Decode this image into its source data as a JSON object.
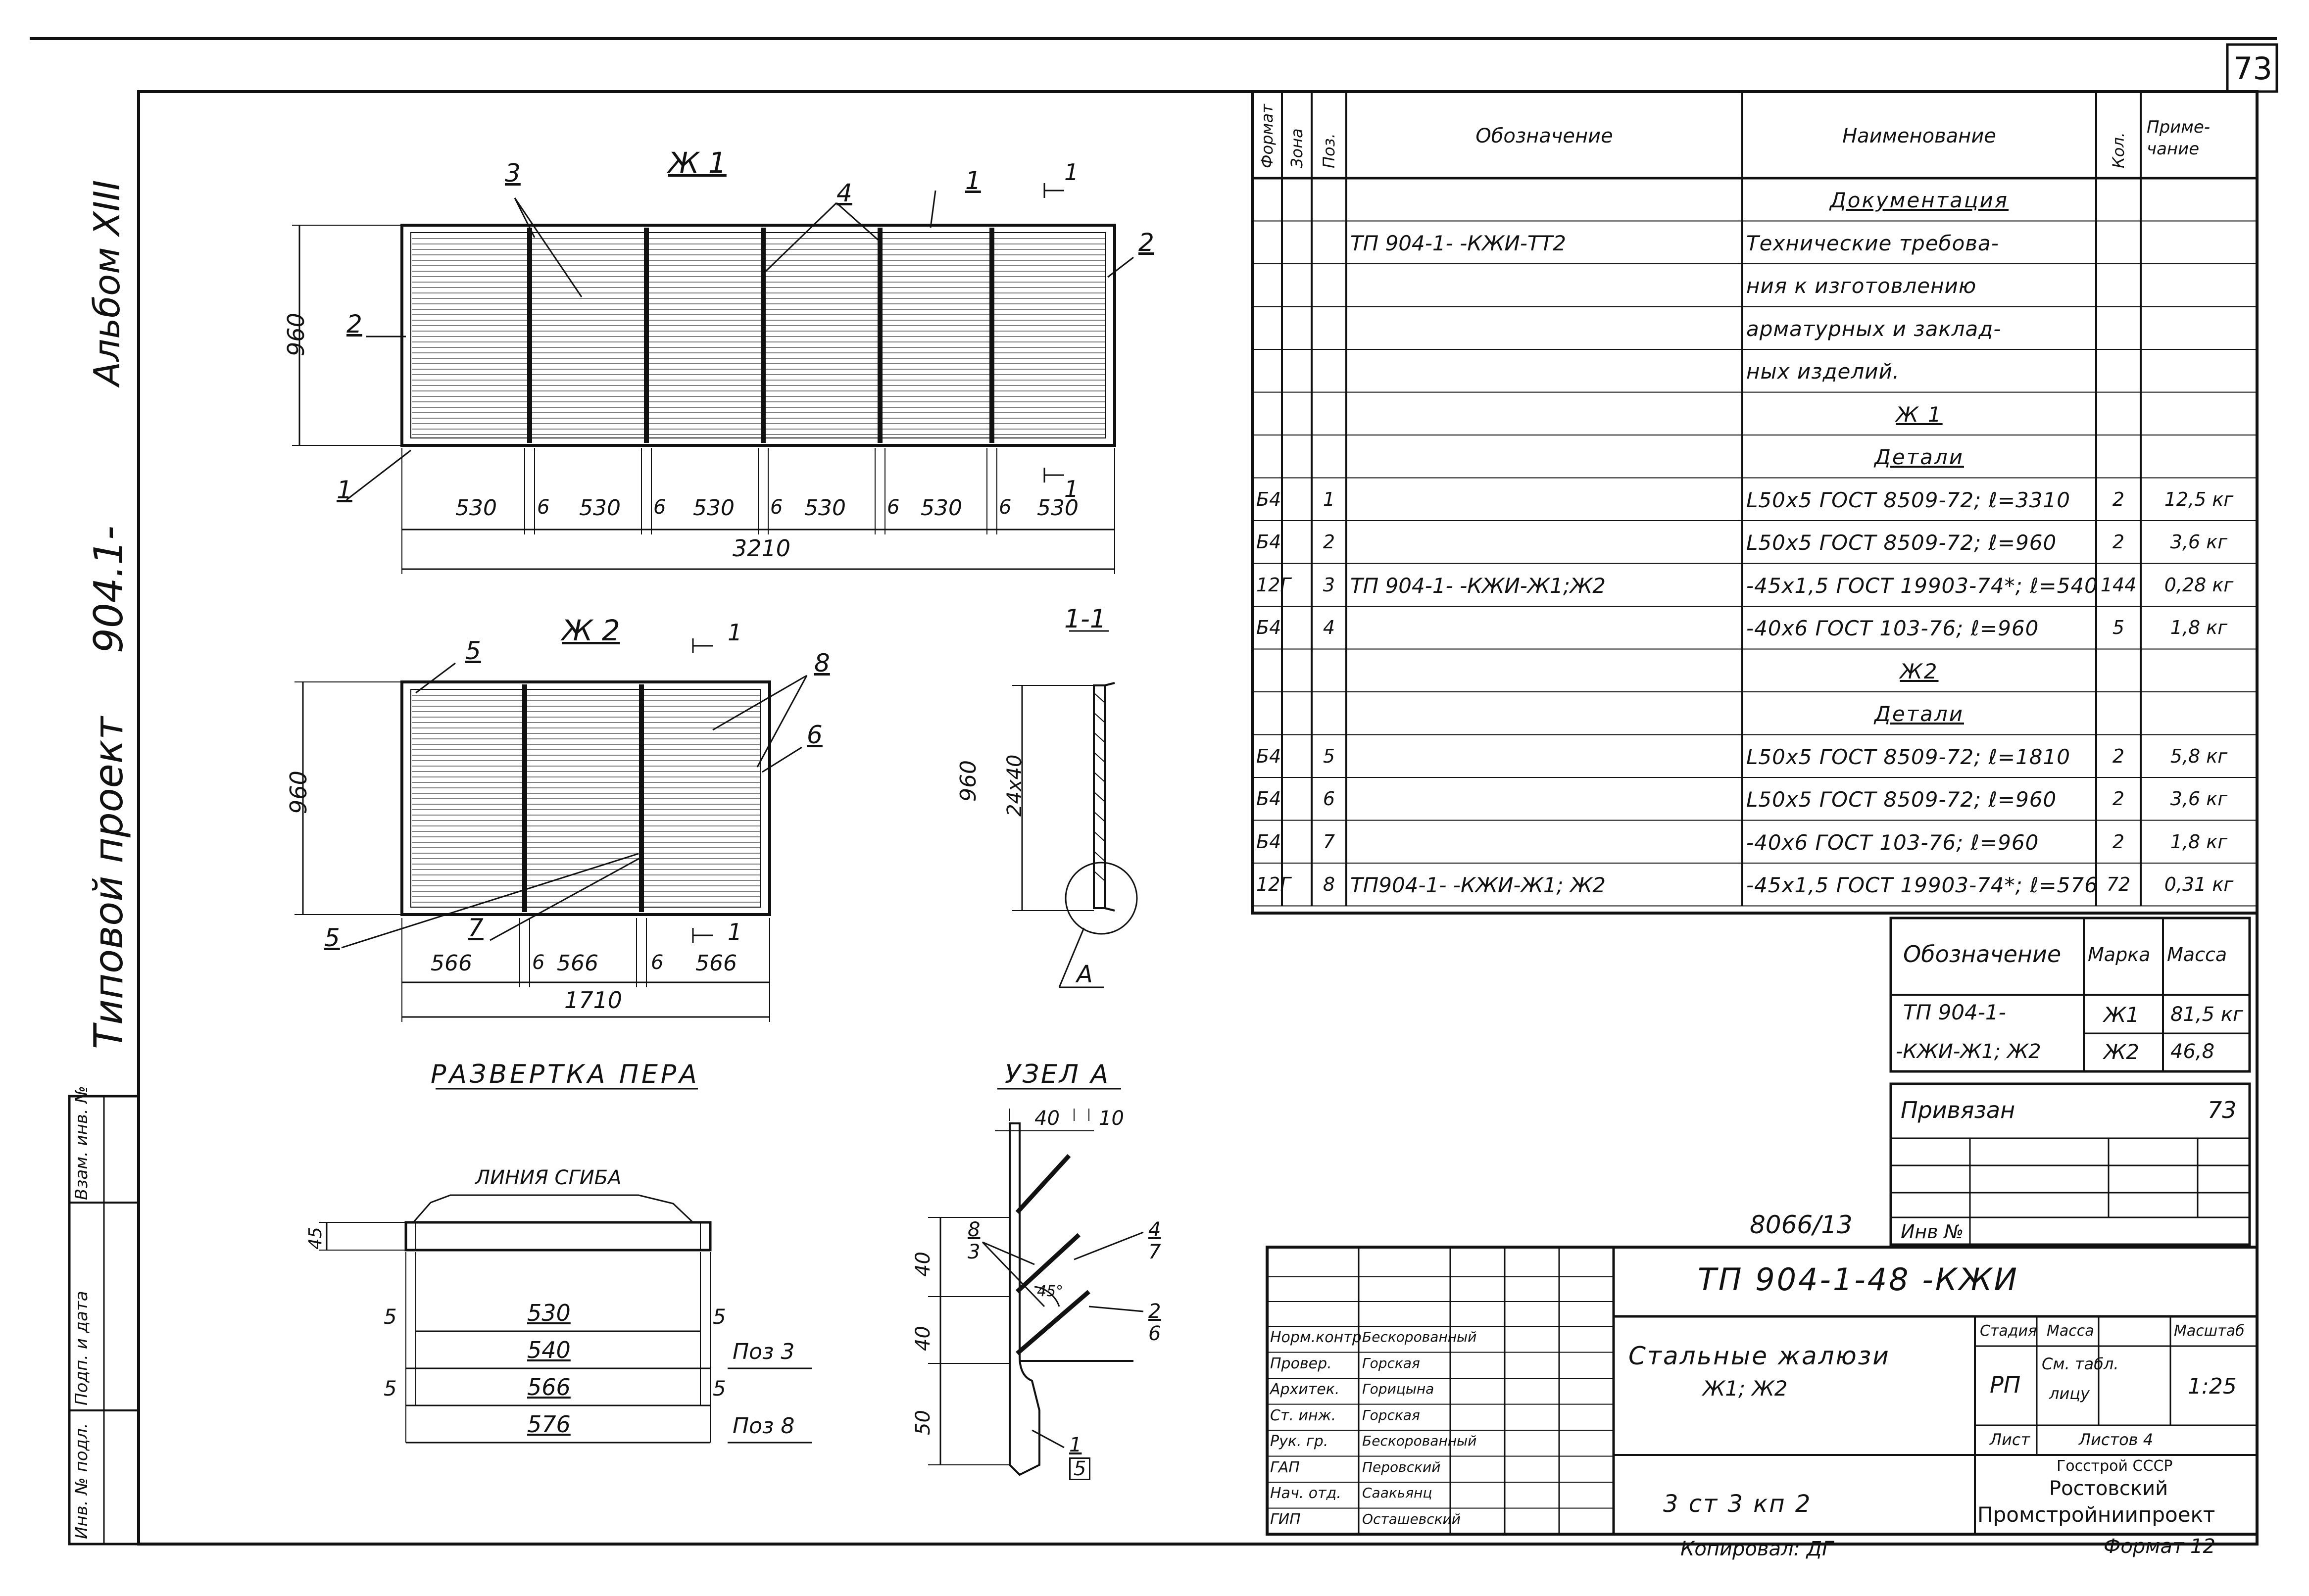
{
  "sheet": {
    "page_number": "73",
    "album": "Альбом XIII",
    "project_label": "Типовой проект",
    "project_number": "904.1-",
    "side_stamp": [
      "Инв. № подл.",
      "Подп. и дата",
      "Взам. инв. №"
    ],
    "format": "Формат 12",
    "copied": "Копировал: ДГ"
  },
  "views": {
    "zh1_title": "Ж 1",
    "zh2_title": "Ж 2",
    "section_title": "1-1",
    "razvertka_title": "РАЗВЕРТКА ПЕРА",
    "uzel_title": "УЗЕЛ А",
    "fold_line": "ЛИНИЯ СГИБА",
    "section_mark": "1",
    "node_mark": "А",
    "zh1": {
      "height": "960",
      "spans": [
        "530",
        "6",
        "530",
        "6",
        "530",
        "6",
        "530",
        "6",
        "530",
        "6",
        "530"
      ],
      "total": "3210",
      "callouts": [
        "1",
        "2",
        "3",
        "4",
        "1",
        "2"
      ]
    },
    "zh2": {
      "height": "960",
      "spans": [
        "566",
        "6",
        "566",
        "6",
        "566"
      ],
      "total": "1710",
      "callouts": [
        "5",
        "8",
        "6",
        "5",
        "7"
      ]
    },
    "section": {
      "height": "960",
      "pitch": "24х40"
    },
    "razvertka": {
      "bend": "45",
      "rows": [
        {
          "side": "5",
          "length": "530",
          "pos": ""
        },
        {
          "side": "",
          "length": "540",
          "pos": "Поз 3"
        },
        {
          "side": "5",
          "length": "566",
          "pos": ""
        },
        {
          "side": "",
          "length": "576",
          "pos": "Поз 8"
        }
      ]
    },
    "uzel": {
      "top_dims": [
        "40",
        "10"
      ],
      "left_dims": [
        "40",
        "40",
        "50"
      ],
      "angle": "45°",
      "callouts": [
        {
          "top": "8",
          "bottom": "3"
        },
        {
          "top": "4",
          "bottom": "7"
        },
        {
          "top": "2",
          "bottom": "6"
        },
        {
          "top": "1",
          "bottom": "5"
        }
      ]
    }
  },
  "spec": {
    "headers": [
      "Формат",
      "Зона",
      "Поз.",
      "Обозначение",
      "Наименование",
      "Кол.",
      "Приме- чание"
    ],
    "rows": [
      {
        "fmt": "",
        "zone": "",
        "pos": "",
        "oboz": "",
        "name": "Документация",
        "kol": "",
        "prim": "",
        "section": true
      },
      {
        "fmt": "",
        "zone": "",
        "pos": "",
        "oboz": "ТП 904-1-    -КЖИ-ТТ2",
        "name": "Технические требова-",
        "kol": "",
        "prim": ""
      },
      {
        "fmt": "",
        "zone": "",
        "pos": "",
        "oboz": "",
        "name": "ния к изготовлению",
        "kol": "",
        "prim": ""
      },
      {
        "fmt": "",
        "zone": "",
        "pos": "",
        "oboz": "",
        "name": "арматурных и заклад-",
        "kol": "",
        "prim": ""
      },
      {
        "fmt": "",
        "zone": "",
        "pos": "",
        "oboz": "",
        "name": "ных изделий.",
        "kol": "",
        "prim": ""
      },
      {
        "fmt": "",
        "zone": "",
        "pos": "",
        "oboz": "",
        "name": "Ж 1",
        "kol": "",
        "prim": "",
        "section": true
      },
      {
        "fmt": "",
        "zone": "",
        "pos": "",
        "oboz": "",
        "name": "Детали",
        "kol": "",
        "prim": "",
        "section": true
      },
      {
        "fmt": "Б4",
        "zone": "",
        "pos": "1",
        "oboz": "",
        "name": "L50x5 ГОСТ 8509-72; ℓ=3310",
        "kol": "2",
        "prim": "12,5 кг"
      },
      {
        "fmt": "Б4",
        "zone": "",
        "pos": "2",
        "oboz": "",
        "name": "L50x5 ГОСТ 8509-72; ℓ=960",
        "kol": "2",
        "prim": "3,6 кг"
      },
      {
        "fmt": "12Г",
        "zone": "",
        "pos": "3",
        "oboz": "ТП 904-1-    -КЖИ-Ж1;Ж2",
        "name": "-45x1,5 ГОСТ 19903-74*; ℓ=540",
        "kol": "144",
        "prim": "0,28 кг"
      },
      {
        "fmt": "Б4",
        "zone": "",
        "pos": "4",
        "oboz": "",
        "name": "-40x6 ГОСТ 103-76; ℓ=960",
        "kol": "5",
        "prim": "1,8 кг"
      },
      {
        "fmt": "",
        "zone": "",
        "pos": "",
        "oboz": "",
        "name": "Ж2",
        "kol": "",
        "prim": "",
        "section": true
      },
      {
        "fmt": "",
        "zone": "",
        "pos": "",
        "oboz": "",
        "name": "Детали",
        "kol": "",
        "prim": "",
        "section": true
      },
      {
        "fmt": "Б4",
        "zone": "",
        "pos": "5",
        "oboz": "",
        "name": "L50x5 ГОСТ 8509-72; ℓ=1810",
        "kol": "2",
        "prim": "5,8 кг"
      },
      {
        "fmt": "Б4",
        "zone": "",
        "pos": "6",
        "oboz": "",
        "name": "L50x5 ГОСТ 8509-72; ℓ=960",
        "kol": "2",
        "prim": "3,6 кг"
      },
      {
        "fmt": "Б4",
        "zone": "",
        "pos": "7",
        "oboz": "",
        "name": "-40x6 ГОСТ 103-76; ℓ=960",
        "kol": "2",
        "prim": "1,8 кг"
      },
      {
        "fmt": "12Г",
        "zone": "",
        "pos": "8",
        "oboz": "ТП904-1-    -КЖИ-Ж1; Ж2",
        "name": "-45x1,5 ГОСТ 19903-74*; ℓ=576",
        "kol": "72",
        "prim": "0,31 кг"
      }
    ]
  },
  "mark_table": {
    "headers": [
      "Обозначение",
      "Марка",
      "Масса"
    ],
    "oboz": [
      "ТП 904-1-",
      "-КЖИ-Ж1; Ж2"
    ],
    "rows": [
      {
        "marka": "Ж1",
        "massa": "81,5 кг"
      },
      {
        "marka": "Ж2",
        "massa": "46,8"
      }
    ]
  },
  "privyazan": {
    "label": "Привязан",
    "number": "73",
    "inv": "Инв №"
  },
  "doc_number": "8066/13",
  "title_block": {
    "designation": "ТП  904-1-48   -КЖИ",
    "name": [
      "Стальные жалюзи",
      "Ж1; Ж2"
    ],
    "sheet_text": "3  ст 3  кп 2",
    "stadia_label": "Стадия",
    "massa_label": "Масса",
    "masshtab_label": "Масштаб",
    "stadia": "РП",
    "massa": "См. табл.",
    "massa2": "лицу",
    "masshtab": "1:25",
    "list_label": "Лист",
    "listov_label": "Листов 4",
    "org": [
      "Госстрой СССР",
      "Ростовский",
      "Промстройниипроект"
    ],
    "staff": [
      {
        "role": "Норм.контр.",
        "name": "Бескорованный"
      },
      {
        "role": "Провер.",
        "name": "Горская"
      },
      {
        "role": "Архитек.",
        "name": "Горицына"
      },
      {
        "role": "Ст. инж.",
        "name": "Горская"
      },
      {
        "role": "Рук. гр.",
        "name": "Бескорованный"
      },
      {
        "role": "ГАП",
        "name": "Перовский"
      },
      {
        "role": "Нач. отд.",
        "name": "Саакьянц"
      },
      {
        "role": "ГИП",
        "name": "Осташевский"
      }
    ]
  }
}
